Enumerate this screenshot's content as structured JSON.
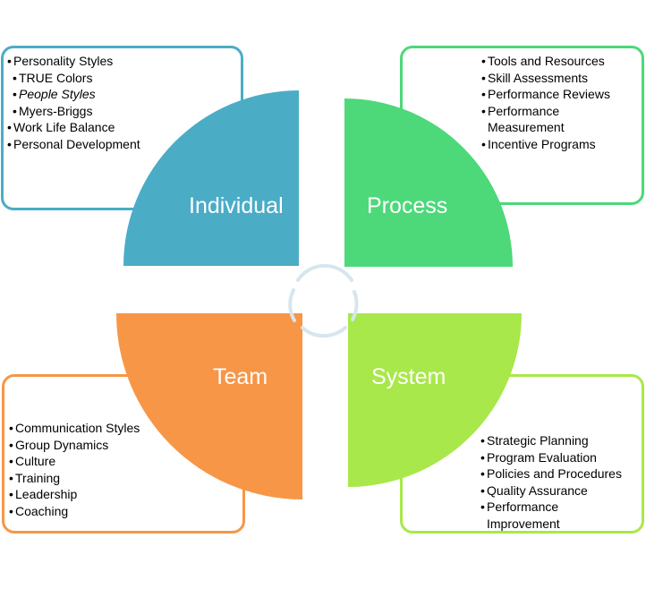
{
  "colors": {
    "individual": "#4bacc6",
    "process": "#4dd87a",
    "team": "#f79646",
    "system": "#a8e84a",
    "cycle_arrows": "#d6e6ef"
  },
  "quadrants": {
    "individual": {
      "label": "Individual",
      "items": [
        "Personality Styles",
        "TRUE Colors",
        "People Styles",
        "Myers-Briggs",
        "Work Life Balance",
        "Personal Development"
      ]
    },
    "process": {
      "label": "Process",
      "items": [
        "Tools and Resources",
        "Skill Assessments",
        "Performance Reviews",
        "Performance Measurement",
        "Incentive Programs"
      ]
    },
    "team": {
      "label": "Team",
      "items": [
        "Communication Styles",
        "Group Dynamics",
        "Culture",
        "Training",
        "Leadership",
        "Coaching"
      ]
    },
    "system": {
      "label": "System",
      "items": [
        "Strategic Planning",
        "Program Evaluation",
        "Policies and Procedures",
        "Quality Assurance",
        "Performance Improvement"
      ]
    }
  },
  "bullet": "•"
}
